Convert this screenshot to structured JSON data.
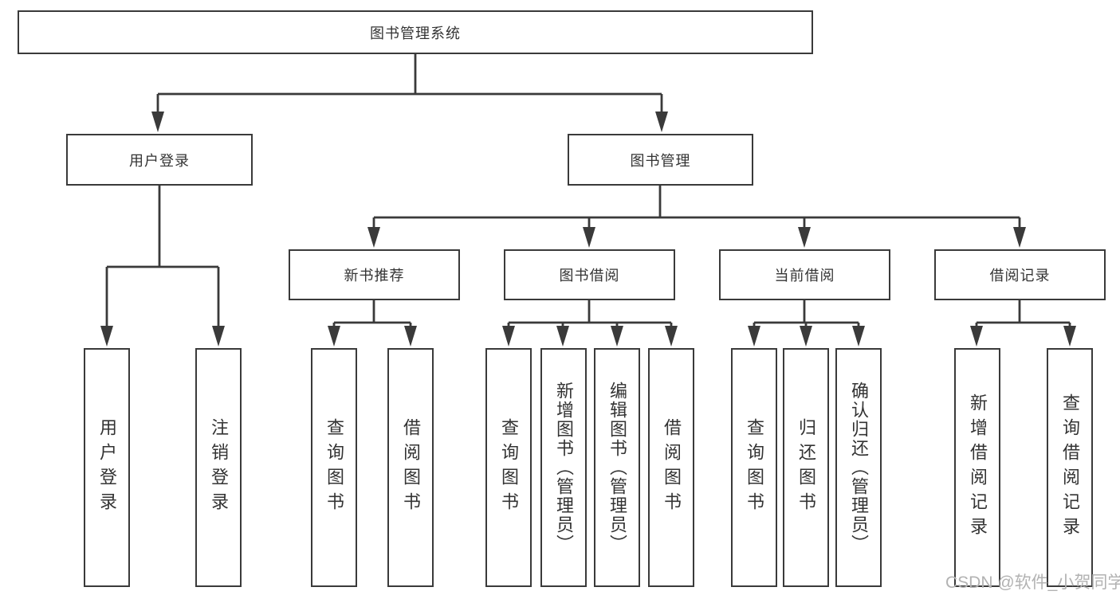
{
  "diagram_type": "hierarchy-tree",
  "colors": {
    "line": "#3a3a3a",
    "box_border": "#3a3a3a",
    "text": "#333333",
    "background": "#ffffff",
    "watermark": "#b2b2b2"
  },
  "watermark": "CSDN @软件_小贺同学",
  "tree": {
    "root": {
      "label": "图书管理系统",
      "children": [
        {
          "label": "用户登录",
          "children": [
            {
              "label": "用户登录"
            },
            {
              "label": "注销登录"
            }
          ]
        },
        {
          "label": "图书管理",
          "children": [
            {
              "label": "新书推荐",
              "children": [
                {
                  "label": "查询图书"
                },
                {
                  "label": "借阅图书"
                }
              ]
            },
            {
              "label": "图书借阅",
              "children": [
                {
                  "label": "查询图书"
                },
                {
                  "label": "新增图书（管理员）"
                },
                {
                  "label": "编辑图书（管理员）"
                },
                {
                  "label": "借阅图书"
                }
              ]
            },
            {
              "label": "当前借阅",
              "children": [
                {
                  "label": "查询图书"
                },
                {
                  "label": "归还图书"
                },
                {
                  "label": "确认归还（管理员）"
                }
              ]
            },
            {
              "label": "借阅记录",
              "children": [
                {
                  "label": "新增借阅记录"
                },
                {
                  "label": "查询借阅记录"
                }
              ]
            }
          ]
        }
      ]
    }
  }
}
